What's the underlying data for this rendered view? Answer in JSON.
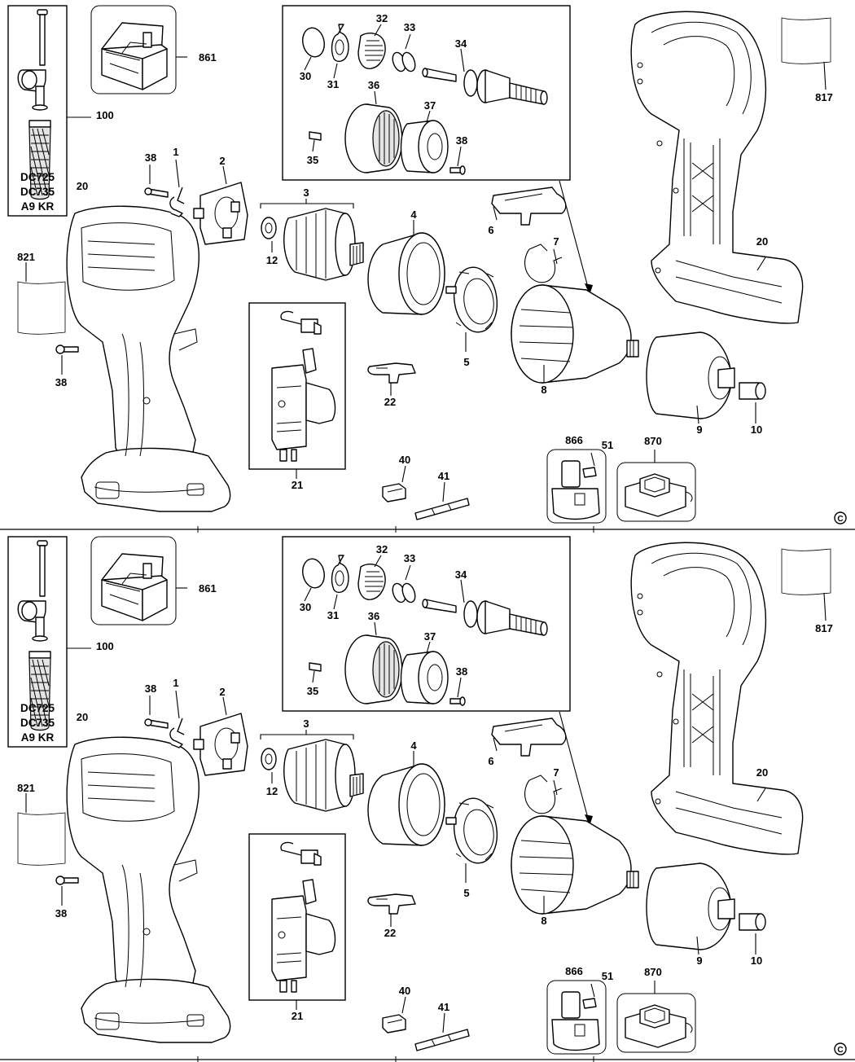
{
  "panels": [
    {
      "id": "upper",
      "kit_models": [
        "DC725",
        "DC735",
        "A9 KR"
      ],
      "labels": {
        "p100": "100",
        "p861": "861",
        "p30": "30",
        "p31": "31",
        "p32": "32",
        "p33": "33",
        "p34": "34",
        "p35": "35",
        "p36": "36",
        "p37": "37",
        "p38a": "38",
        "p817": "817",
        "p38b": "38",
        "p1": "1",
        "p2": "2",
        "p20a": "20",
        "p3": "3",
        "p4": "4",
        "p6": "6",
        "p7": "7",
        "p12": "12",
        "p20b": "20",
        "p821": "821",
        "p5": "5",
        "p8": "8",
        "p38c": "38",
        "p22": "22",
        "p9": "9",
        "p10": "10",
        "p866": "866",
        "p51": "51",
        "p870": "870",
        "p40": "40",
        "p41": "41",
        "p21": "21"
      },
      "copyright": "©"
    },
    {
      "id": "lower",
      "kit_models": [
        "DC725",
        "DC735",
        "A9 KR"
      ],
      "labels": {
        "p100": "100",
        "p861": "861",
        "p30": "30",
        "p31": "31",
        "p32": "32",
        "p33": "33",
        "p34": "34",
        "p35": "35",
        "p36": "36",
        "p37": "37",
        "p38a": "38",
        "p817": "817",
        "p38b": "38",
        "p1": "1",
        "p2": "2",
        "p20a": "20",
        "p3": "3",
        "p4": "4",
        "p6": "6",
        "p7": "7",
        "p12": "12",
        "p20b": "20",
        "p821": "821",
        "p5": "5",
        "p8": "8",
        "p38c": "38",
        "p22": "22",
        "p9": "9",
        "p10": "10",
        "p866": "866",
        "p51": "51",
        "p870": "870",
        "p40": "40",
        "p41": "41",
        "p21": "21"
      },
      "copyright": "©"
    }
  ]
}
